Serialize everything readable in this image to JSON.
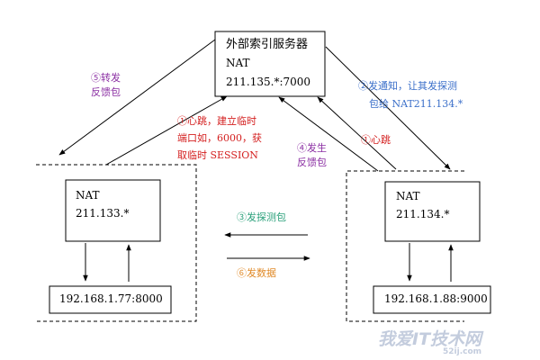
{
  "server": {
    "title": "外部索引服务器",
    "nat_label": "NAT",
    "address": "211.135.*:7000"
  },
  "left_network": {
    "nat_label": "NAT",
    "nat_address": "211.133.*",
    "host": "192.168.1.77:8000"
  },
  "right_network": {
    "nat_label": "NAT",
    "nat_address": "211.134.*",
    "host": "192.168.1.88:9000"
  },
  "steps": {
    "s5": [
      "⑤转发",
      "反馈包"
    ],
    "s1_left": [
      "①心跳，建立临时",
      "端口如，6000，获",
      "取临时 SESSION"
    ],
    "s2": [
      "②发通知，让其发探测",
      "包给 NAT211.134.*"
    ],
    "s4": [
      "④发生",
      "反馈包"
    ],
    "s1_right": "①心跳",
    "s3": "③发探测包",
    "s6": "⑥发数据"
  },
  "watermark": {
    "main": "我爱IT技术网",
    "sub": "52ij.com"
  },
  "colors": {
    "purple": "#8b2fa3",
    "red": "#d42020",
    "blue": "#3b6fc9",
    "green": "#2aa07a",
    "orange": "#e08a28"
  }
}
